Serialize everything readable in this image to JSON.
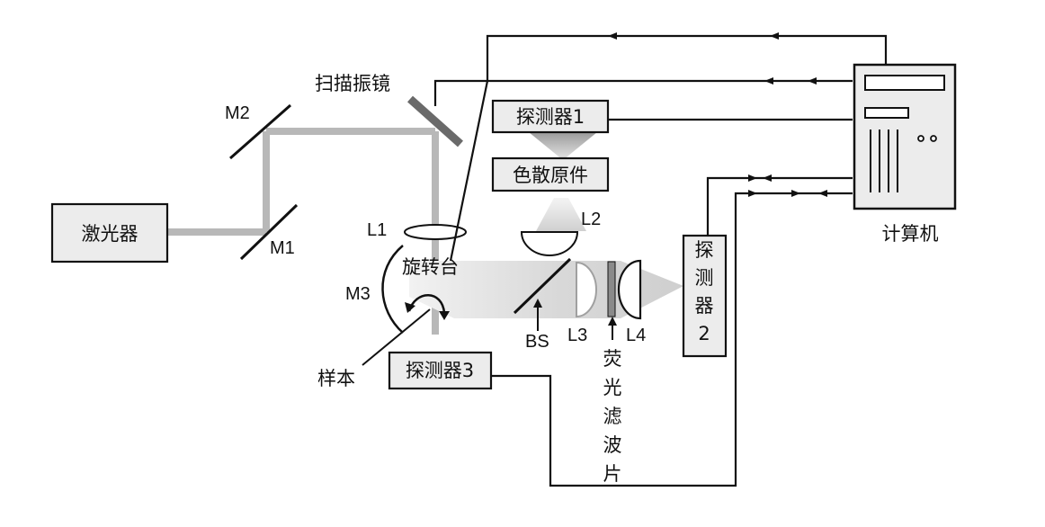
{
  "components": {
    "laser": "激光器",
    "scan_mirror": "扫描振镜",
    "detector1": "探测器1",
    "dispersive": "色散原件",
    "computer": "计算机",
    "rotation_stage": "旋转台",
    "detector2_chars": [
      "探",
      "测",
      "器",
      "2"
    ],
    "detector3": "探测器3",
    "sample": "样本",
    "filter_chars": [
      "荧",
      "光",
      "滤",
      "波",
      "片"
    ]
  },
  "labels": {
    "m1": "M1",
    "m2": "M2",
    "m3": "M3",
    "l1": "L1",
    "l2": "L2",
    "l3": "L3",
    "l4": "L4",
    "bs": "BS"
  },
  "colors": {
    "line": "#111111",
    "beam": "#b8b8b8",
    "box_fill": "#ececec"
  }
}
